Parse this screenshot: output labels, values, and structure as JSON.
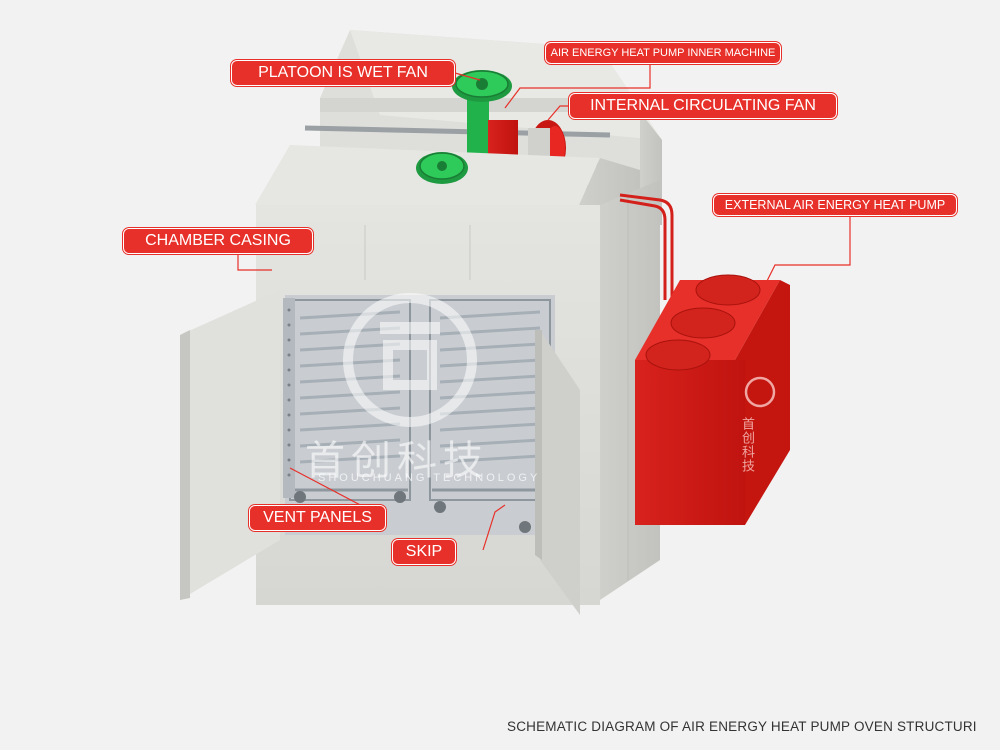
{
  "labels": {
    "platoon_fan": "PLATOON IS WET FAN",
    "inner_machine": "AIR ENERGY HEAT PUMP INNER MACHINE",
    "internal_fan": "INTERNAL CIRCULATING FAN",
    "external_pump": "EXTERNAL AIR ENERGY HEAT PUMP",
    "chamber_casing": "CHAMBER CASING",
    "vent_panels": "VENT PANELS",
    "skip": "SKIP"
  },
  "caption": "SCHEMATIC DIAGRAM OF AIR ENERGY HEAT PUMP OVEN STRUCTURI",
  "watermark": {
    "chinese": "首创科技",
    "english": "SHOUCHUANG TECHNOLOGY",
    "pump_logo_text": "首创科技"
  },
  "colors": {
    "label_bg": "#e8302a",
    "pump_red": "#e11f1a",
    "fan_green": "#22b24c",
    "casing": "#dcdcd8",
    "caption_text": "#333333"
  }
}
